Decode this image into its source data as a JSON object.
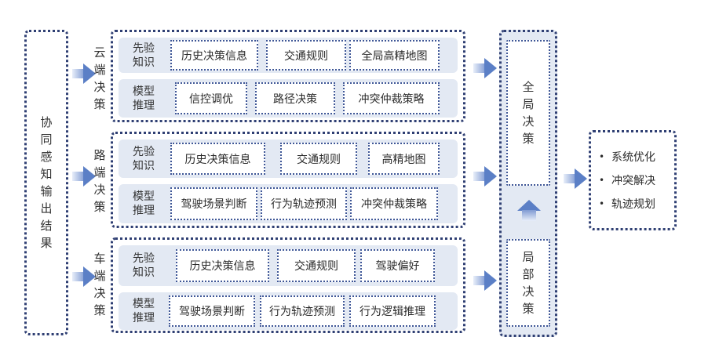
{
  "left_box": {
    "chars": [
      "协",
      "同",
      "感",
      "知",
      "输",
      "出",
      "结",
      "果"
    ]
  },
  "tiers": [
    {
      "label_chars": [
        "云",
        "端",
        "决",
        "策"
      ],
      "rows": [
        {
          "label": [
            "先验",
            "知识"
          ],
          "items": [
            "历史决策信息",
            "交通规则",
            "全局高精地图"
          ]
        },
        {
          "label": [
            "模型",
            "推理"
          ],
          "items": [
            "信控调优",
            "路径决策",
            "冲突仲裁策略"
          ]
        }
      ]
    },
    {
      "label_chars": [
        "路",
        "端",
        "决",
        "策"
      ],
      "rows": [
        {
          "label": [
            "先验",
            "知识"
          ],
          "items": [
            "历史决策信息",
            "交通规则",
            "高精地图"
          ]
        },
        {
          "label": [
            "模型",
            "推理"
          ],
          "items": [
            "驾驶场景判断",
            "行为轨迹预测",
            "冲突仲裁策略"
          ]
        }
      ]
    },
    {
      "label_chars": [
        "车",
        "端",
        "决",
        "策"
      ],
      "rows": [
        {
          "label": [
            "先验",
            "知识"
          ],
          "items": [
            "历史决策信息",
            "交通规则",
            "驾驶偏好"
          ]
        },
        {
          "label": [
            "模型",
            "推理"
          ],
          "items": [
            "驾驶场景判断",
            "行为轨迹预测",
            "行为逻辑推理"
          ]
        }
      ]
    }
  ],
  "global_decision": {
    "chars": [
      "全",
      "局",
      "决",
      "策"
    ]
  },
  "local_decision": {
    "chars": [
      "局",
      "部",
      "决",
      "策"
    ]
  },
  "outputs": {
    "bullet": "•",
    "items": [
      "系统优化",
      "冲突解决",
      "轨迹规划"
    ]
  }
}
